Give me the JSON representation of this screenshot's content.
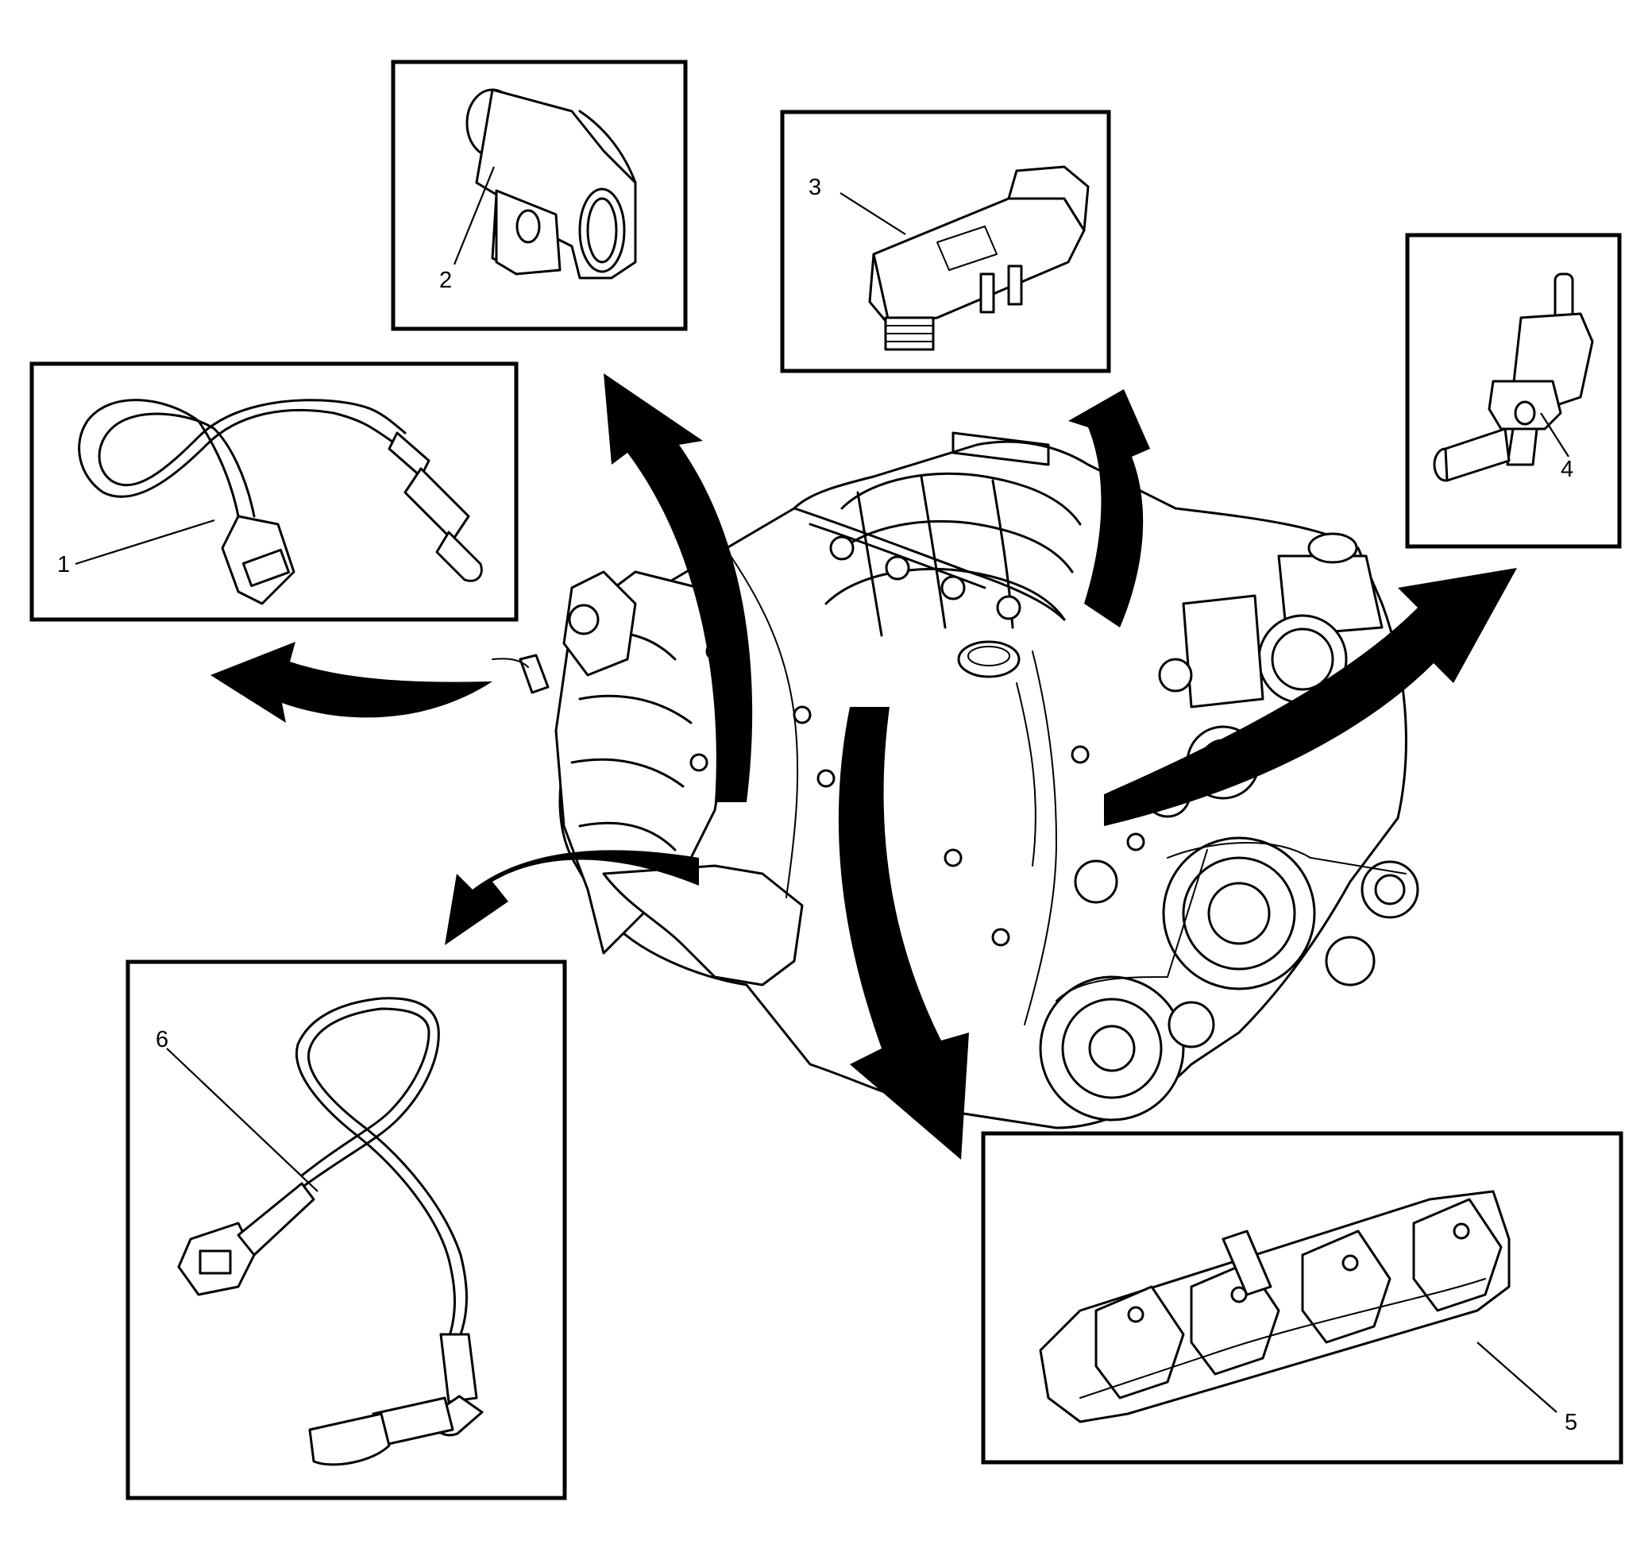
{
  "diagram": {
    "callouts": [
      {
        "id": 1,
        "label": "1"
      },
      {
        "id": 2,
        "label": "2"
      },
      {
        "id": 3,
        "label": "3"
      },
      {
        "id": 4,
        "label": "4"
      },
      {
        "id": 5,
        "label": "5"
      },
      {
        "id": 6,
        "label": "6"
      }
    ],
    "colors": {
      "line": "#000000",
      "background": "#ffffff"
    }
  }
}
